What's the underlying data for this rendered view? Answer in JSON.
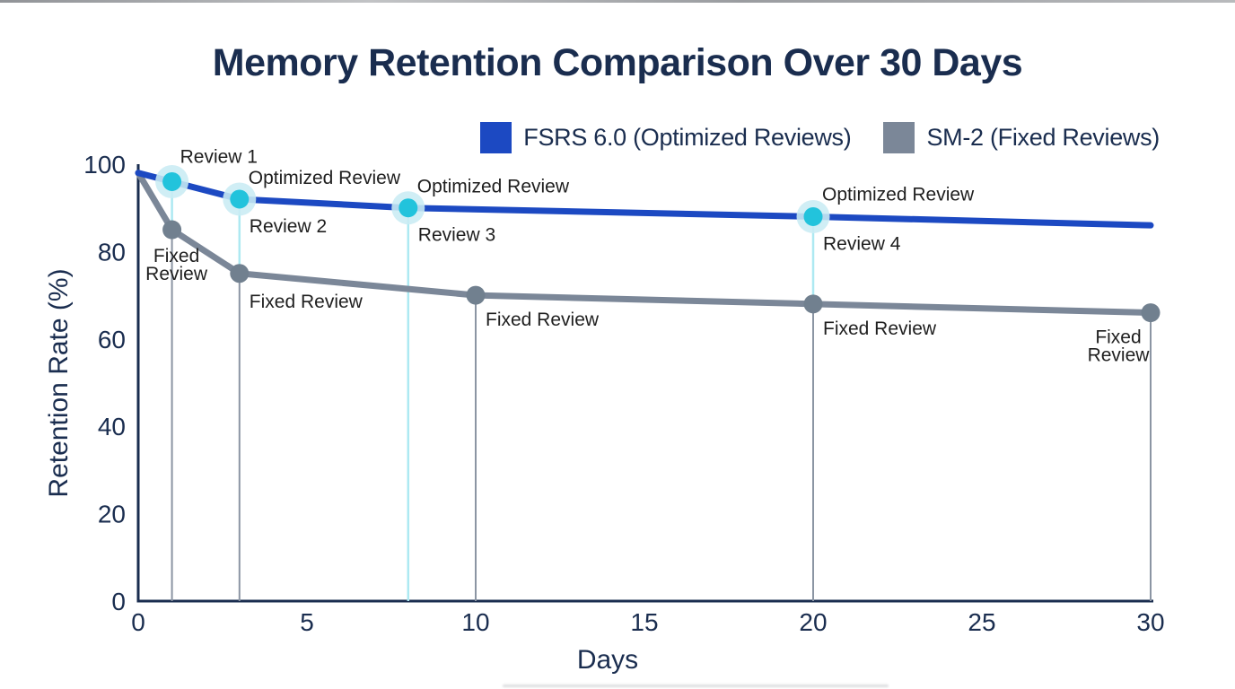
{
  "title": {
    "text": "Memory Retention Comparison Over 30 Days"
  },
  "legend": {
    "position": "top",
    "items": [
      {
        "label": "FSRS 6.0 (Optimized Reviews)",
        "color": "#1c49c2"
      },
      {
        "label": "SM-2 (Fixed Reviews)",
        "color": "#7b8798"
      }
    ]
  },
  "chart_data": {
    "type": "line",
    "title": "Memory Retention Comparison Over 30 Days",
    "xlabel": "Days",
    "ylabel": "Retention Rate (%)",
    "xlim": [
      0,
      30
    ],
    "ylim": [
      0,
      100
    ],
    "x_ticks": [
      0,
      5,
      10,
      15,
      20,
      25,
      30
    ],
    "y_ticks": [
      0,
      20,
      40,
      60,
      80,
      100
    ],
    "grid": false,
    "axis_color": "#1a2d4f",
    "annotation_color": "#1f1f1f",
    "series": [
      {
        "name": "FSRS 6.0 (Optimized Reviews)",
        "color": "#1c49c2",
        "marker_fill": "#22c3dc",
        "marker_halo": "#c9ecf4",
        "dropline_color": "#ade9f2",
        "points": [
          [
            0,
            98
          ],
          [
            1,
            96
          ],
          [
            3,
            92
          ],
          [
            8,
            90
          ],
          [
            20,
            88
          ],
          [
            30,
            86
          ]
        ],
        "markers": [
          {
            "x": 1,
            "y": 96,
            "labels": [
              {
                "text": "Review 1",
                "dx": 9,
                "dy": -21
              }
            ]
          },
          {
            "x": 3,
            "y": 92,
            "labels": [
              {
                "text": "Optimized Review",
                "dx": 10,
                "dy": -17
              },
              {
                "text": "Review 2",
                "dx": 11,
                "dy": 37
              }
            ]
          },
          {
            "x": 8,
            "y": 90,
            "labels": [
              {
                "text": "Optimized Review",
                "dx": 10,
                "dy": -17
              },
              {
                "text": "Review 3",
                "dx": 11,
                "dy": 37
              }
            ]
          },
          {
            "x": 20,
            "y": 88,
            "labels": [
              {
                "text": "Optimized Review",
                "dx": 10,
                "dy": -18
              },
              {
                "text": "Review 4",
                "dx": 11,
                "dy": 37
              }
            ]
          }
        ]
      },
      {
        "name": "SM-2 (Fixed Reviews)",
        "color": "#7b8798",
        "marker_fill": "#71808f",
        "dropline_color": "#8b95a3",
        "points": [
          [
            0,
            98
          ],
          [
            1,
            85
          ],
          [
            3,
            75
          ],
          [
            10,
            70
          ],
          [
            20,
            68
          ],
          [
            30,
            66
          ]
        ],
        "markers": [
          {
            "x": 1,
            "y": 85,
            "labels": [
              {
                "lines": [
                  "Fixed",
                  "Review"
                ],
                "anchor": "middle",
                "dx": 5,
                "dy": 36,
                "line_h": 20
              }
            ]
          },
          {
            "x": 3,
            "y": 75,
            "labels": [
              {
                "text": "Fixed Review",
                "dx": 11,
                "dy": 38
              }
            ]
          },
          {
            "x": 10,
            "y": 70,
            "labels": [
              {
                "text": "Fixed Review",
                "dx": 11,
                "dy": 34
              }
            ]
          },
          {
            "x": 20,
            "y": 68,
            "labels": [
              {
                "text": "Fixed Review",
                "dx": 11,
                "dy": 34
              }
            ]
          },
          {
            "x": 30,
            "y": 66,
            "labels": [
              {
                "lines": [
                  "Fixed",
                  "Review"
                ],
                "anchor": "middle",
                "dx": -36,
                "dy": 34,
                "line_h": 20
              }
            ]
          }
        ]
      }
    ]
  }
}
